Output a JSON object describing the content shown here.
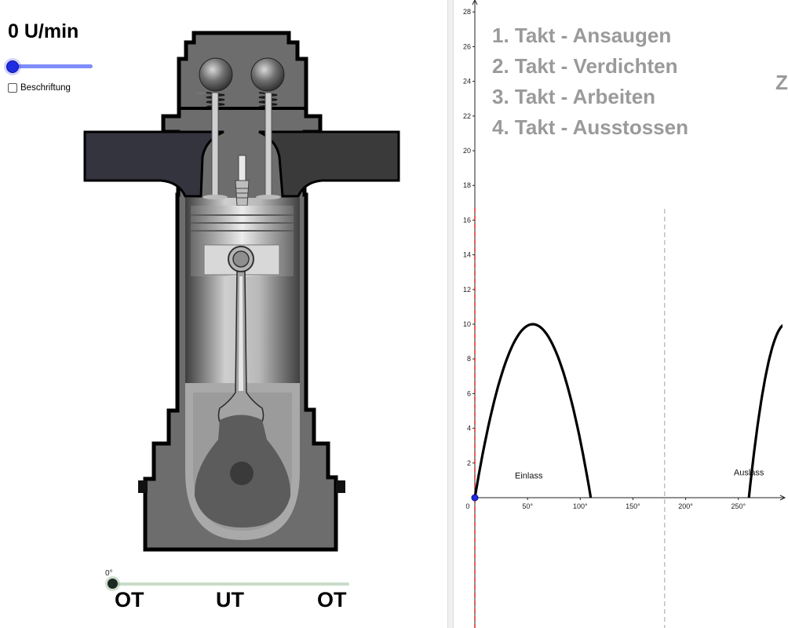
{
  "controls": {
    "rpm_label": "0 U/min",
    "rpm_value": 0,
    "label_checkbox": {
      "label": "Beschriftung",
      "checked": false
    },
    "crank_angle_label": "0°",
    "crank_angle_value": 0,
    "position_labels": [
      "OT",
      "UT",
      "OT"
    ]
  },
  "strokes": [
    "1. Takt - Ansaugen",
    "2. Takt - Verdichten",
    "3. Takt - Arbeiten",
    "4. Takt - Ausstossen"
  ],
  "cut_off_text": "Z",
  "colors": {
    "slider_blue": "#1f2ce0",
    "slider_track_blue": "#7f8dfb",
    "stroke_text_gray": "#9a9a9a",
    "engine_body": "#6d6d6d",
    "intake_port": "#34343f",
    "exhaust_port": "#3a3a3a",
    "marker_red": "#d21a1a",
    "marker_gray": "#bdbdbd"
  },
  "icons": {
    "checkbox": "checkbox-icon",
    "slider_knob": "slider-knob-icon"
  },
  "chart_data": {
    "type": "line",
    "title": "",
    "xlabel": "",
    "ylabel": "",
    "x_ticks": [
      {
        "value": 0,
        "label": "0"
      },
      {
        "value": 50,
        "label": "50°"
      },
      {
        "value": 100,
        "label": "100°"
      },
      {
        "value": 150,
        "label": "150°"
      },
      {
        "value": 200,
        "label": "200°"
      },
      {
        "value": 250,
        "label": "250°"
      }
    ],
    "y_ticks": [
      2,
      4,
      6,
      8,
      10,
      12,
      14,
      16,
      18,
      20,
      22,
      24,
      26,
      28
    ],
    "xlim": [
      -7,
      293
    ],
    "ylim": [
      0,
      28.5
    ],
    "series": [
      {
        "name": "Einlass",
        "x": [
          0,
          55,
          110
        ],
        "peak": 10
      },
      {
        "name": "Auslass",
        "x": [
          260,
          295,
          330
        ],
        "peak": 10
      }
    ],
    "markers": [
      {
        "x": 0,
        "style": "dashed",
        "color": "#d21a1a"
      },
      {
        "x": 180,
        "style": "dashed",
        "color": "#bdbdbd"
      }
    ],
    "current_point": {
      "x": 0,
      "y": 0
    }
  }
}
